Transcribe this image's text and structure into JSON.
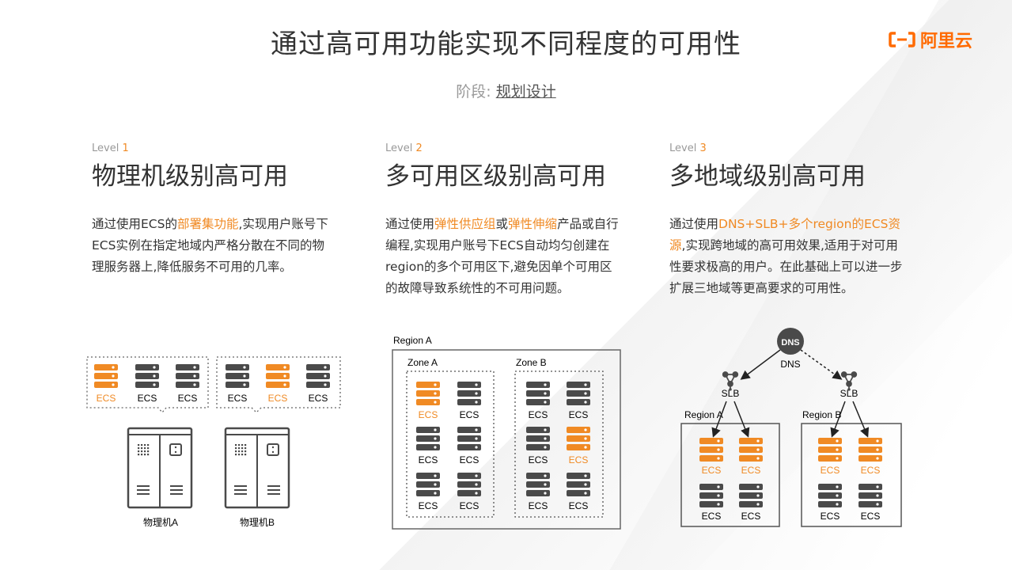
{
  "title": "通过高可用功能实现不同程度的可用性",
  "logo": "阿里云",
  "stage": {
    "label": "阶段:",
    "value": "规划设计"
  },
  "columns": [
    {
      "level_prefix": "Level ",
      "level_num": "1",
      "heading": "物理机级别高可用",
      "desc_a": "通过使用ECS的",
      "desc_hl1": "部署集功能",
      "desc_b": ",实现用户账号下ECS实例在指定地域内严格分散在不同的物理服务器上,降低服务不可用的几率。"
    },
    {
      "level_prefix": "Level ",
      "level_num": "2",
      "heading": "多可用区级别高可用",
      "desc_a": "通过使用",
      "desc_hl1": "弹性供应组",
      "desc_mid": "或",
      "desc_hl2": "弹性伸缩",
      "desc_b": "产品或自行编程,实现用户账号下ECS自动均匀创建在region的多个可用区下,避免因单个可用区的故障导致系统性的不可用问题。"
    },
    {
      "level_prefix": "Level ",
      "level_num": "3",
      "heading": "多地域级别高可用",
      "desc_a": "通过使用",
      "desc_hl1": "DNS+SLB+多个region的ECS资源",
      "desc_b": ",实现跨地域的高可用效果,适用于对可用性要求极高的用户。在此基础上可以进一步扩展三地域等更高要求的可用性。"
    }
  ],
  "diagram1": {
    "ecs": "ECS",
    "machine_a": "物理机A",
    "machine_b": "物理机B"
  },
  "diagram2": {
    "region": "Region A",
    "zone_a": "Zone A",
    "zone_b": "Zone B",
    "ecs": "ECS"
  },
  "diagram3": {
    "dns_icon_text": "DNS",
    "dns": "DNS",
    "slb": "SLB",
    "region_a": "Region A",
    "region_b": "Region B",
    "ecs": "ECS"
  },
  "colors": {
    "accent": "#f08a24",
    "dark": "#4a4a4a",
    "logo": "#ff6a00"
  }
}
